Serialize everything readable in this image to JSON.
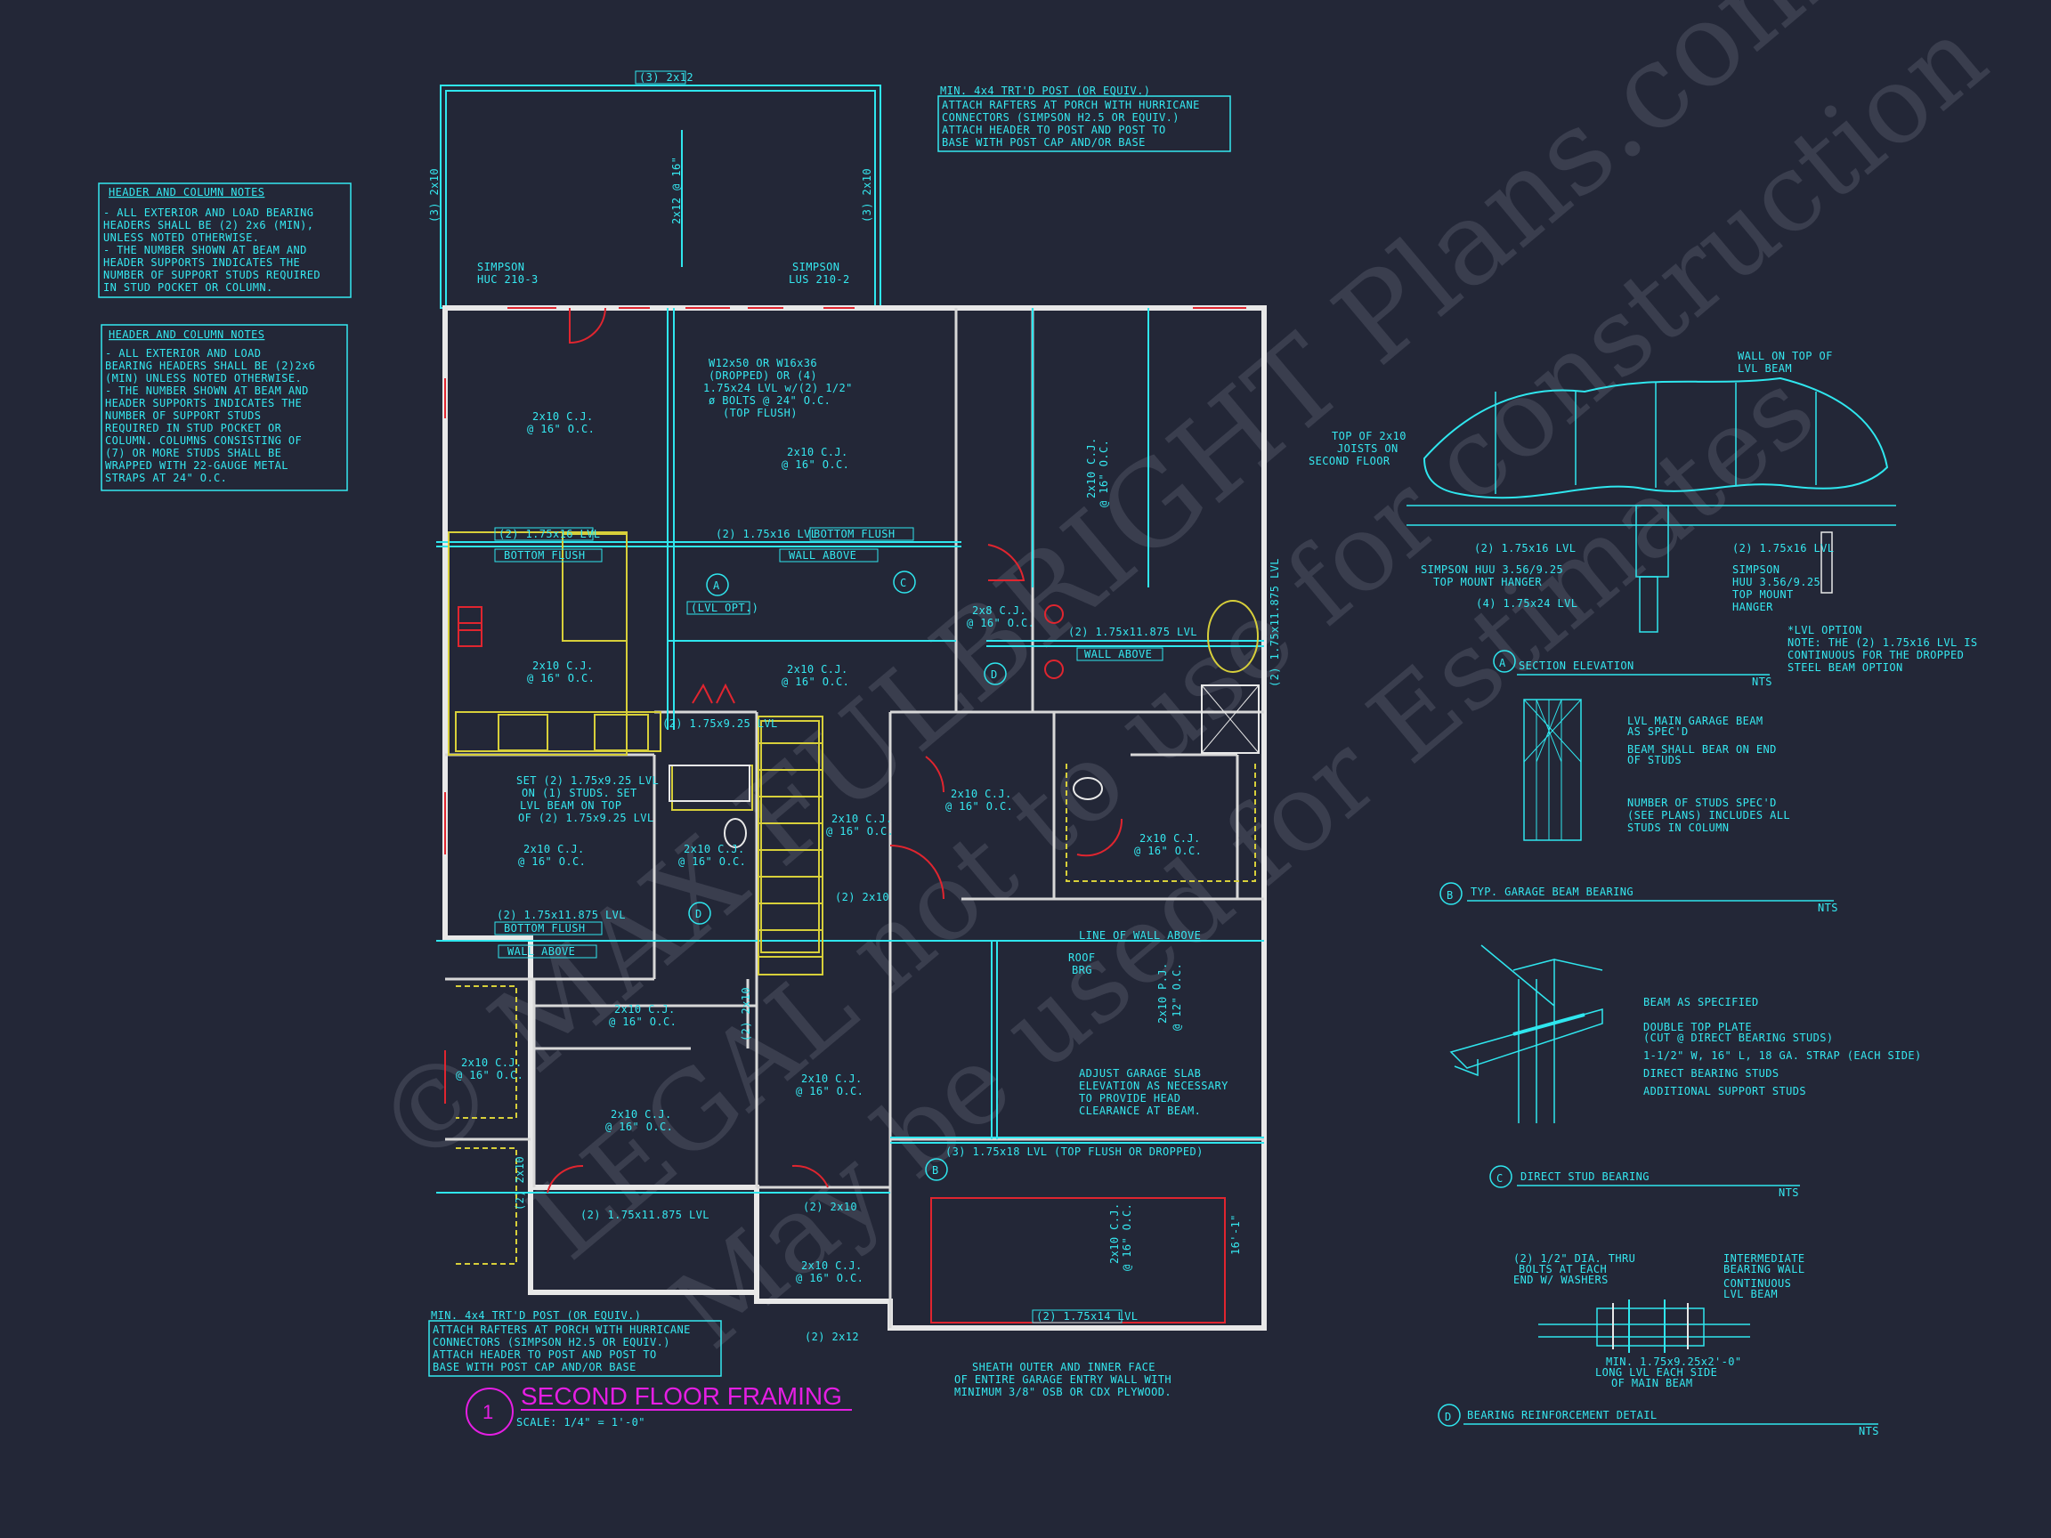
{
  "sheet": {
    "title": "SECOND FLOOR FRAMING",
    "number": "1",
    "scale": "SCALE: 1/4\" = 1'-0\""
  },
  "colors": {
    "background": "#232737",
    "linework": "#2fe6ee",
    "walls": "#e8e8e8",
    "openings": "#e0252f",
    "fixtures": "#d7cf3a",
    "title": "#e51ee3"
  },
  "notes": [
    {
      "title": "HEADER AND COLUMN NOTES",
      "lines": [
        "- ALL EXTERIOR AND LOAD BEARING",
        "HEADERS SHALL BE (2) 2x6 (MIN),",
        "UNLESS NOTED OTHERWISE.",
        "- THE NUMBER SHOWN AT BEAM AND",
        "HEADER SUPPORTS INDICATES THE",
        "NUMBER OF SUPPORT STUDS REQUIRED",
        "IN STUD POCKET OR COLUMN."
      ]
    },
    {
      "title": "HEADER AND COLUMN NOTES",
      "lines": [
        "- ALL EXTERIOR AND LOAD",
        "BEARING HEADERS SHALL BE (2)2x6",
        "(MIN) UNLESS NOTED OTHERWISE.",
        "- THE NUMBER SHOWN AT BEAM AND",
        "HEADER SUPPORTS INDICATES THE",
        "NUMBER OF SUPPORT STUDS",
        "REQUIRED IN STUD POCKET OR",
        "COLUMN. COLUMNS CONSISTING OF",
        "(7) OR MORE STUDS SHALL BE",
        "WRAPPED WITH 22-GAUGE METAL",
        "STRAPS AT 24\" O.C."
      ]
    }
  ],
  "callouts": {
    "porch_top": [
      "MIN. 4x4 TRT'D POST (OR EQUIV.)",
      "ATTACH RAFTERS AT PORCH WITH HURRICANE",
      "CONNECTORS (SIMPSON H2.5 OR EQUIV.)",
      "ATTACH HEADER TO POST AND POST TO",
      "BASE WITH POST CAP AND/OR BASE"
    ],
    "porch_bottom": [
      "MIN. 4x4 TRT'D POST (OR EQUIV.)",
      "ATTACH RAFTERS AT PORCH WITH HURRICANE",
      "CONNECTORS (SIMPSON H2.5 OR EQUIV.)",
      "ATTACH HEADER TO POST AND POST TO",
      "BASE WITH POST CAP AND/OR BASE"
    ],
    "simpson_left": [
      "SIMPSON",
      "HUC 210-3"
    ],
    "simpson_right": [
      "SIMPSON",
      "LUS 210-2"
    ],
    "steel_beam": [
      "W12x50 OR W16x36",
      "(DROPPED) OR (4)",
      "1.75x24 LVL w/(2) 1/2\"",
      "ø BOLTS @ 24\" O.C.",
      "(TOP FLUSH)"
    ],
    "set_lvl": [
      "SET (2) 1.75x9.25 LVL",
      "ON (1) STUDS. SET",
      "LVL BEAM ON TOP",
      "OF (2) 1.75x9.25 LVL"
    ],
    "adjust_slab": [
      "ADJUST GARAGE SLAB",
      "ELEVATION AS NECESSARY",
      "TO PROVIDE HEAD",
      "CLEARANCE AT BEAM."
    ],
    "sheath": [
      "SHEATH OUTER AND INNER FACE",
      "OF ENTIRE GARAGE ENTRY WALL WITH",
      "MINIMUM 3/8\" OSB OR CDX PLYWOOD."
    ],
    "line_of_wall": "LINE OF WALL ABOVE",
    "roof_brg": [
      "ROOF",
      "BRG"
    ]
  },
  "plan_labels": {
    "porch_top_beam": "(3) 2x12",
    "porch_joist": "2x12 @ 16\"",
    "porch_post_left": "(3) 2x10",
    "porch_post_right": "(3) 2x10",
    "joist": "2x10 C.J.",
    "joist_spacing": "@ 16\" O.C.",
    "joist_8": "2x8 C.J.",
    "beam_1": "(2) 1.75x16 LVL",
    "beam_2": "(2) 1.75x16 LVL",
    "bottom_flush": "BOTTOM FLUSH",
    "wall_above": "WALL ABOVE",
    "lvl_opt": "(LVL OPT.)",
    "beam_3": "(2) 1.75x11.875 LVL",
    "beam_4": "(2) 1.75x9.25 LVL",
    "beam_5": "(2) 1.75x11.875 LVL",
    "beam_6": "(2) 1.75x11.875 LVL",
    "beam_7": "(3) 1.75x18 LVL (TOP FLUSH OR DROPPED)",
    "beam_8": "(2) 1.75x14 LVL",
    "header_2x10": "(2) 2x10",
    "header_2x10b": "(2) 2x10",
    "header_2x10c": "(2) 2x10",
    "header_2x10d": "(2) 2x10",
    "header_2x12": "(2) 2x12",
    "garage_joist": "2x10 P.J.",
    "garage_joist_spacing": "@ 12\" O.C.",
    "dim_16": "16'-1\"",
    "tag_a": "A",
    "tag_b": "B",
    "tag_c": "C",
    "tag_d": "D"
  },
  "details": {
    "a": {
      "letter": "A",
      "title": "SECTION ELEVATION",
      "nts": "NTS",
      "labels": [
        "WALL ON TOP OF",
        "LVL BEAM",
        "TOP OF 2x10",
        "JOISTS ON",
        "SECOND FLOOR",
        "(2) 1.75x16 LVL",
        "SIMPSON HUU 3.56/9.25",
        "TOP MOUNT HANGER",
        "(4) 1.75x24 LVL",
        "(2) 1.75x16 LVL",
        "SIMPSON",
        "HUU 3.56/9.25",
        "TOP MOUNT",
        "HANGER"
      ],
      "option": [
        "*LVL OPTION",
        "NOTE: THE (2) 1.75x16 LVL IS",
        "CONTINUOUS FOR THE DROPPED",
        "STEEL BEAM OPTION"
      ]
    },
    "b": {
      "letter": "B",
      "title": "TYP. GARAGE BEAM BEARING",
      "nts": "NTS",
      "labels": [
        "LVL MAIN GARAGE BEAM",
        "AS SPEC'D",
        "BEAM SHALL BEAR ON END",
        "OF STUDS",
        "NUMBER OF STUDS SPEC'D",
        "(SEE PLANS) INCLUDES ALL",
        "STUDS IN COLUMN"
      ]
    },
    "c": {
      "letter": "C",
      "title": "DIRECT STUD BEARING",
      "nts": "NTS",
      "labels": [
        "BEAM AS SPECIFIED",
        "DOUBLE TOP PLATE",
        "(CUT @ DIRECT BEARING STUDS)",
        "1-1/2\" W, 16\" L, 18 GA. STRAP (EACH SIDE)",
        "DIRECT BEARING STUDS",
        "ADDITIONAL SUPPORT STUDS"
      ]
    },
    "d": {
      "letter": "D",
      "title": "BEARING REINFORCEMENT DETAIL",
      "nts": "NTS",
      "labels": [
        "(2) 1/2\" DIA. THRU",
        "BOLTS AT EACH",
        "END W/ WASHERS",
        "INTERMEDIATE",
        "BEARING WALL",
        "CONTINUOUS",
        "LVL BEAM",
        "MIN. 1.75x9.25x2'-0\"",
        "LONG LVL EACH SIDE",
        "OF MAIN BEAM"
      ]
    }
  },
  "watermark": [
    "© MAX FULBRIGHT Plans.com",
    "LEGAL not to use for construction",
    "May be used for Estimates"
  ]
}
